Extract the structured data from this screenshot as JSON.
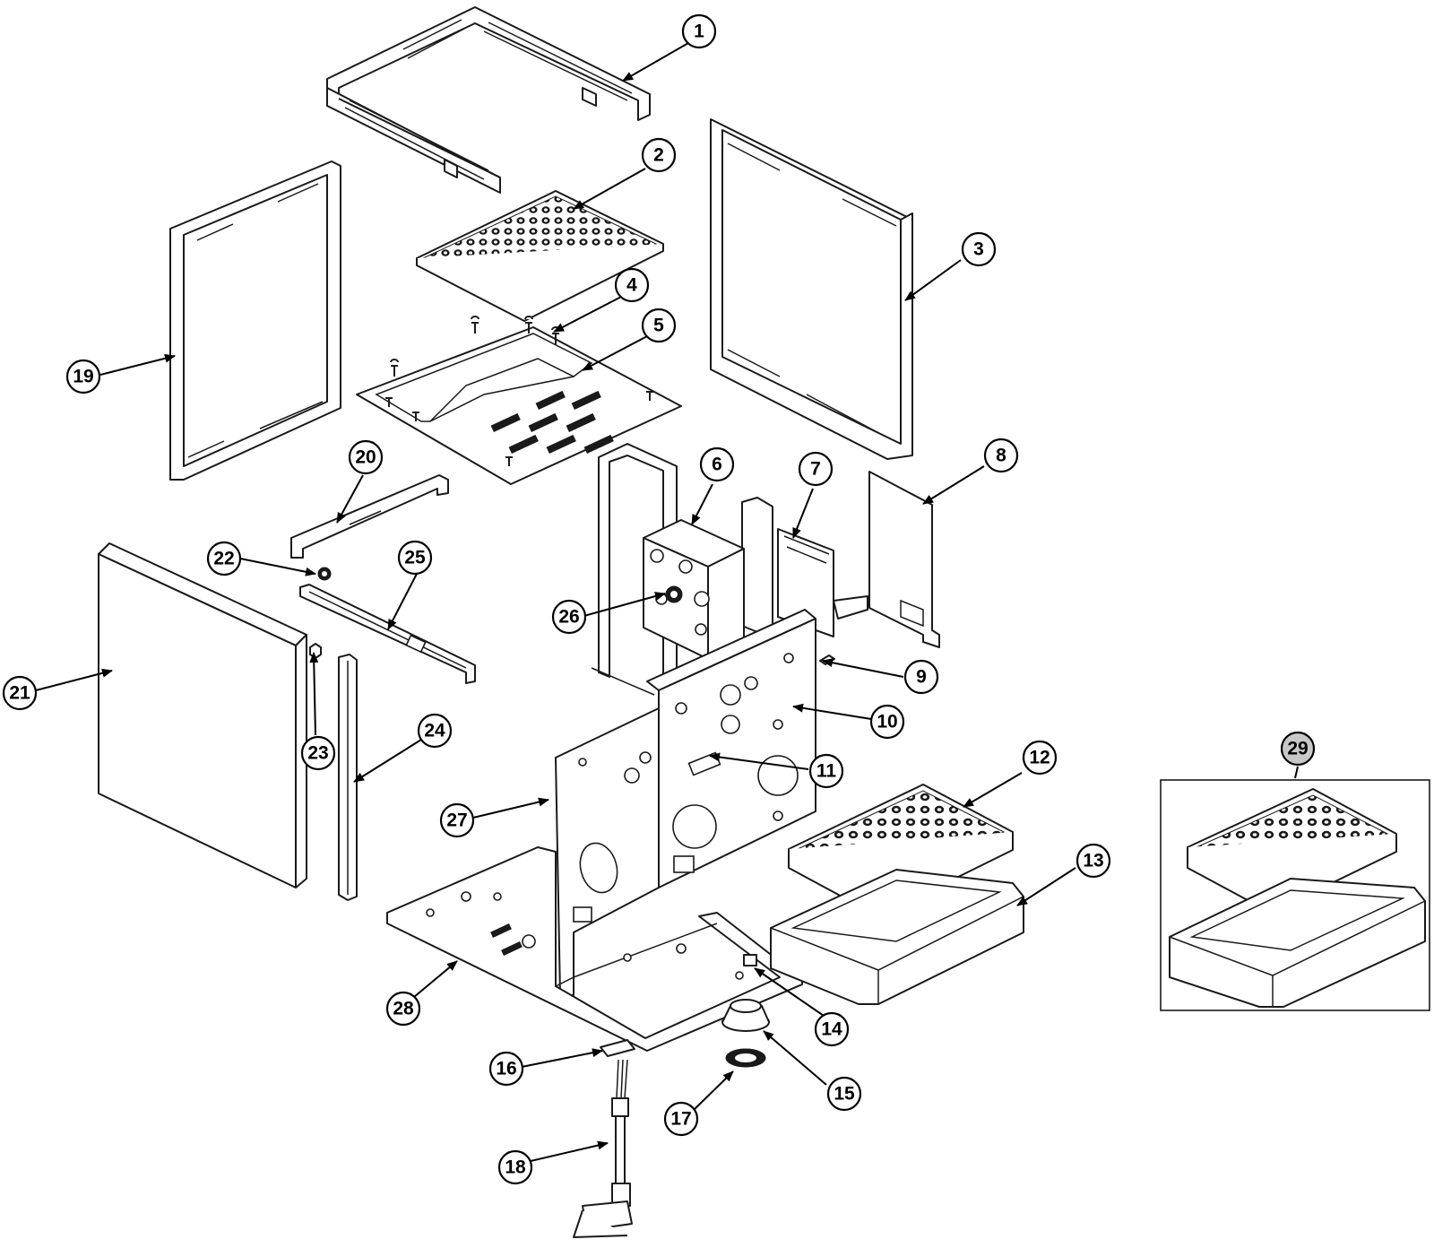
{
  "callouts": [
    "1",
    "2",
    "3",
    "4",
    "5",
    "6",
    "7",
    "8",
    "9",
    "10",
    "11",
    "12",
    "13",
    "14",
    "15",
    "16",
    "17",
    "18",
    "19",
    "20",
    "21",
    "22",
    "23",
    "24",
    "25",
    "26",
    "27",
    "28",
    "29"
  ],
  "colors": {
    "line": "#1a1a1a",
    "background": "#ffffff",
    "highlight_callout": "#c8c8c8"
  }
}
